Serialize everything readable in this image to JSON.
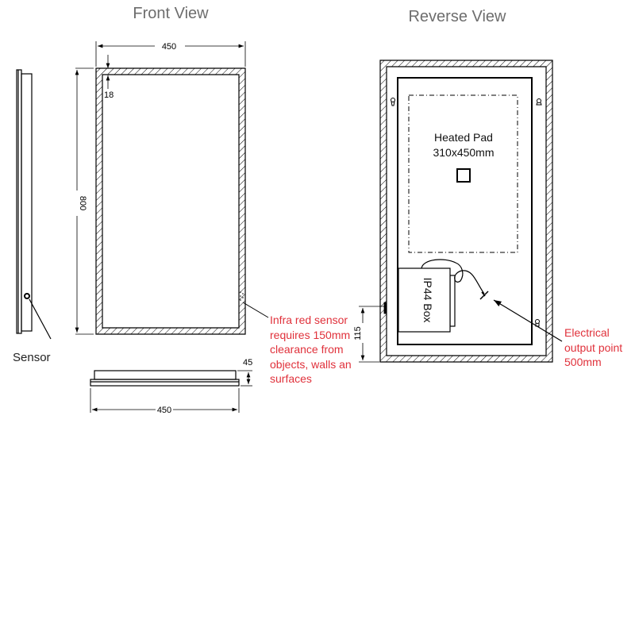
{
  "titles": {
    "front": "Front View",
    "reverse": "Reverse View"
  },
  "front": {
    "width_dim": "450",
    "height_dim": "800",
    "frame_dim": "18",
    "sensor_label": "Sensor",
    "depth_dim": "45",
    "bottom_width_dim": "450",
    "infra_note": [
      "Infra red sensor",
      "requires 150mm",
      "clearance from",
      "objects, walls an",
      "surfaces"
    ]
  },
  "reverse": {
    "heated_pad": [
      "Heated Pad",
      "310x450mm"
    ],
    "box_label": "IP44 Box",
    "offset_dim": "115",
    "electrical_note": [
      "Electrical",
      "output point",
      "500mm"
    ]
  },
  "colors": {
    "note": "#e0313b",
    "title": "#6d6d6d"
  }
}
